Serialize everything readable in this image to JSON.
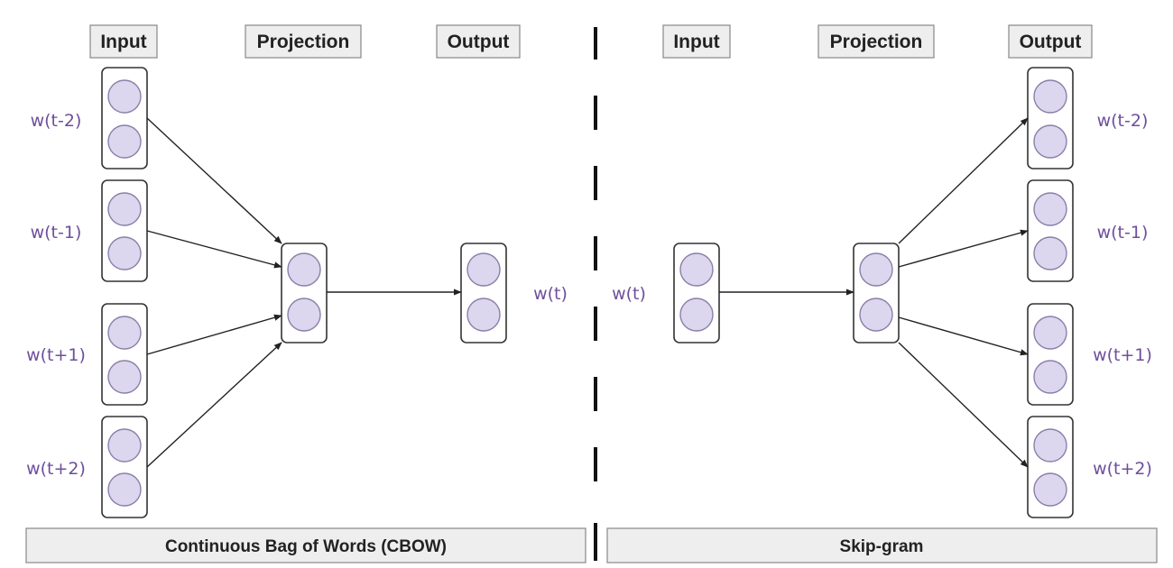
{
  "cbow": {
    "headers": {
      "input": "Input",
      "projection": "Projection",
      "output": "Output"
    },
    "context_words": [
      "w(t-2)",
      "w(t-1)",
      "w(t+1)",
      "w(t+2)"
    ],
    "target_word": "w(t)",
    "caption": "Continuous Bag of Words (CBOW)"
  },
  "skipgram": {
    "headers": {
      "input": "Input",
      "projection": "Projection",
      "output": "Output"
    },
    "input_word": "w(t)",
    "context_words": [
      "w(t-2)",
      "w(t-1)",
      "w(t+1)",
      "w(t+2)"
    ],
    "caption": "Skip-gram"
  },
  "colors": {
    "node_fill": "#dcd6ee",
    "node_stroke": "#8a7fa8",
    "word_label": "#6e4f9c",
    "header_fill": "#eeeeee"
  }
}
